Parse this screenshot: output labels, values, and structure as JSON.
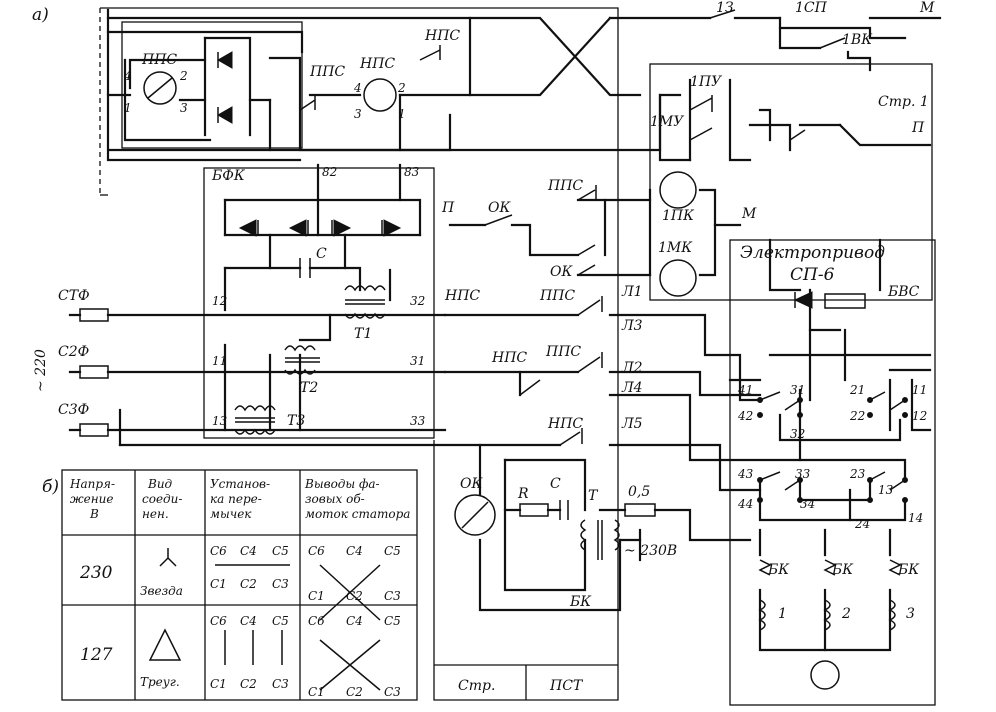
{
  "labels": {
    "part_a": "а)",
    "part_b": "б)",
    "pps_1": "ППС",
    "nps_1": "НПС",
    "nps_top": "НПС",
    "pps_sw": "ППС",
    "bfk": "БФК",
    "t_1z": "1З",
    "t_1sp": "1СП",
    "t_1vk": "1ВК",
    "t_m_top": "М",
    "t_1pu": "1ПУ",
    "t_1mu": "1МУ",
    "t_str1": "Стр. 1",
    "t_p_right": "П",
    "t_p_mid": "П",
    "t_ok_mid": "ОК",
    "t_pps_r1": "ППС",
    "t_ok_r2": "ОК",
    "t_1pk": "1ПК",
    "t_1mk": "1МК",
    "t_m_mid": "М",
    "c_label": "С",
    "t1": "Т1",
    "t2": "Т2",
    "t3": "Т3",
    "stf": "СТФ",
    "s2f": "С2Ф",
    "s3f": "С3Ф",
    "v220": "~ 220",
    "nps_l": "НПС",
    "pps_l3": "ППС",
    "nps_l2": "НПС",
    "pps_l2": "ППС",
    "nps_l5": "НПС",
    "l1": "Л1",
    "l3": "Л3",
    "l2": "Л2",
    "l4": "Л4",
    "l5": "Л5",
    "n12a": "12",
    "n11a": "11",
    "n13a": "13",
    "n32": "32",
    "n31": "31",
    "n33": "33",
    "n82": "82",
    "n83": "83",
    "ok_motor": "ОК",
    "r_label": "R",
    "c2_label": "С",
    "t_label": "Т",
    "fuse_05": "0,5",
    "v230": "~ 230В",
    "bk_ok": "БК",
    "drive_title": "Электропривод",
    "drive_model": "СП-6",
    "bvs": "БВС",
    "t41": "41",
    "t31": "31",
    "t21": "21",
    "t11": "11",
    "t42": "42",
    "t32": "32",
    "t22": "22",
    "t12": "12",
    "t43": "43",
    "t33": "33",
    "t23": "23",
    "t13": "13",
    "t44": "44",
    "t34": "34",
    "t24": "24",
    "t14": "14",
    "bk1": "БК",
    "bk2": "БК",
    "bk3": "БК",
    "w1": "1",
    "w2": "2",
    "w3": "3",
    "p1": "1",
    "p2": "2",
    "p3": "3",
    "p4": "4",
    "q1": "1",
    "q2": "2",
    "q3": "3",
    "q4": "4",
    "str_box": "Стр.",
    "pst_box": "ПСТ"
  },
  "table": {
    "headers": [
      "Напря-\nжение\nВ",
      "Вид\nсоеди-\nнен.",
      "Установ-\nка пере-\nмычек",
      "Выводы фа-\nзовых об-\nмоток статора"
    ],
    "rows": [
      {
        "voltage": "230",
        "connection": "Звезда",
        "jumpers_top": [
          "С6",
          "С4",
          "С5"
        ],
        "jumpers_bottom": [
          "С1",
          "С2",
          "С3"
        ],
        "outputs_top": [
          "С6",
          "С4",
          "С5"
        ],
        "outputs_bottom": [
          "С1",
          "С2",
          "С3"
        ]
      },
      {
        "voltage": "127",
        "connection": "Треуг.",
        "jumpers_top": [
          "С6",
          "С4",
          "С5"
        ],
        "jumpers_bottom": [
          "С1",
          "С2",
          "С3"
        ],
        "outputs_top": [
          "С6",
          "С4",
          "С5"
        ],
        "outputs_bottom": [
          "С1",
          "С2",
          "С3"
        ]
      }
    ]
  }
}
